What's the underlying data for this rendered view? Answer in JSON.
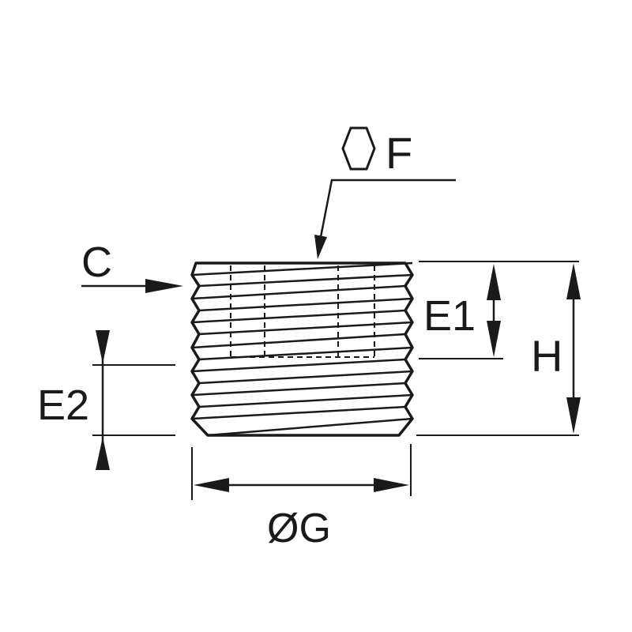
{
  "labels": {
    "hex_size": "F",
    "chamfer": "C",
    "thread_length_1": "E1",
    "thread_length_2": "E2",
    "height": "H",
    "diameter": "ØG"
  },
  "colors": {
    "ink": "#1a1a1a",
    "background": "#ffffff"
  },
  "icons": {
    "hex": "hexagon-icon"
  }
}
